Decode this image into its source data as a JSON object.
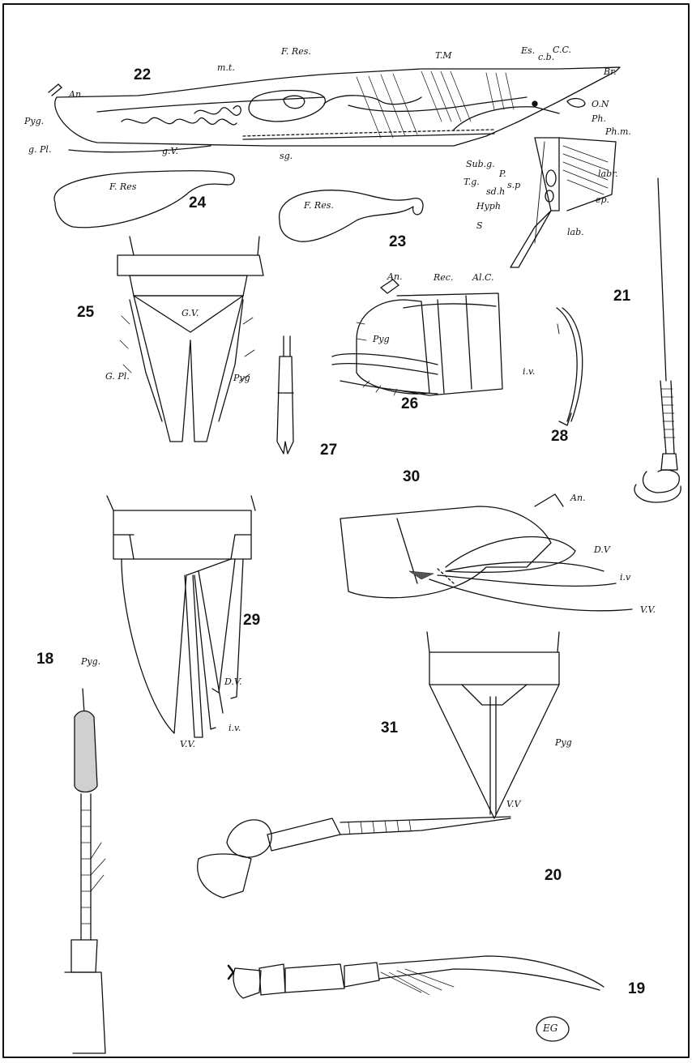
{
  "figures": {
    "f18": "18",
    "f19": "19",
    "f20": "20",
    "f21": "21",
    "f22": "22",
    "f23": "23",
    "f24": "24",
    "f25": "25",
    "f26": "26",
    "f27": "27",
    "f28": "28",
    "f29": "29",
    "f30": "30",
    "f31": "31"
  },
  "labels": {
    "f22": {
      "an": "An.",
      "pyg": "Pyg.",
      "gpl": "g. Pl.",
      "gv": "g.V.",
      "sg": "sg.",
      "mt": "m.t.",
      "fres": "F. Res.",
      "tm": "T.M",
      "es": "Es.",
      "cb": "c.b.",
      "cc": "C.C.",
      "br": "Br.",
      "on": "O.N",
      "ph": "Ph.",
      "phm": "Ph.m.",
      "subg": "Sub.g.",
      "p": "P.",
      "sp": "s.p",
      "tg": "T.g.",
      "sdh": "sd.h",
      "hyph": "Hyph",
      "s": "S",
      "labr": "labr.",
      "ep": "ep.",
      "lab": "lab."
    },
    "f23": {
      "fres": "F. Res."
    },
    "f24": {
      "fres": "F. Res"
    },
    "f25": {
      "gv": "G.V.",
      "gpl": "G. Pl.",
      "pyg": "Pyg"
    },
    "f26": {
      "an": "An.",
      "rec": "Rec.",
      "alc": "Al.C.",
      "pyg": "Pyg"
    },
    "f28": {
      "iv": "i.v."
    },
    "f29": {
      "pyg": "Pyg.",
      "dv": "D.V.",
      "iv": "i.v.",
      "vv": "V.V."
    },
    "f30": {
      "an": "An.",
      "dv": "D.V",
      "iv": "i.v",
      "vv": "V.V."
    },
    "f31": {
      "pyg": "Pyg",
      "vv": "V.V"
    }
  },
  "monogram": "EG"
}
